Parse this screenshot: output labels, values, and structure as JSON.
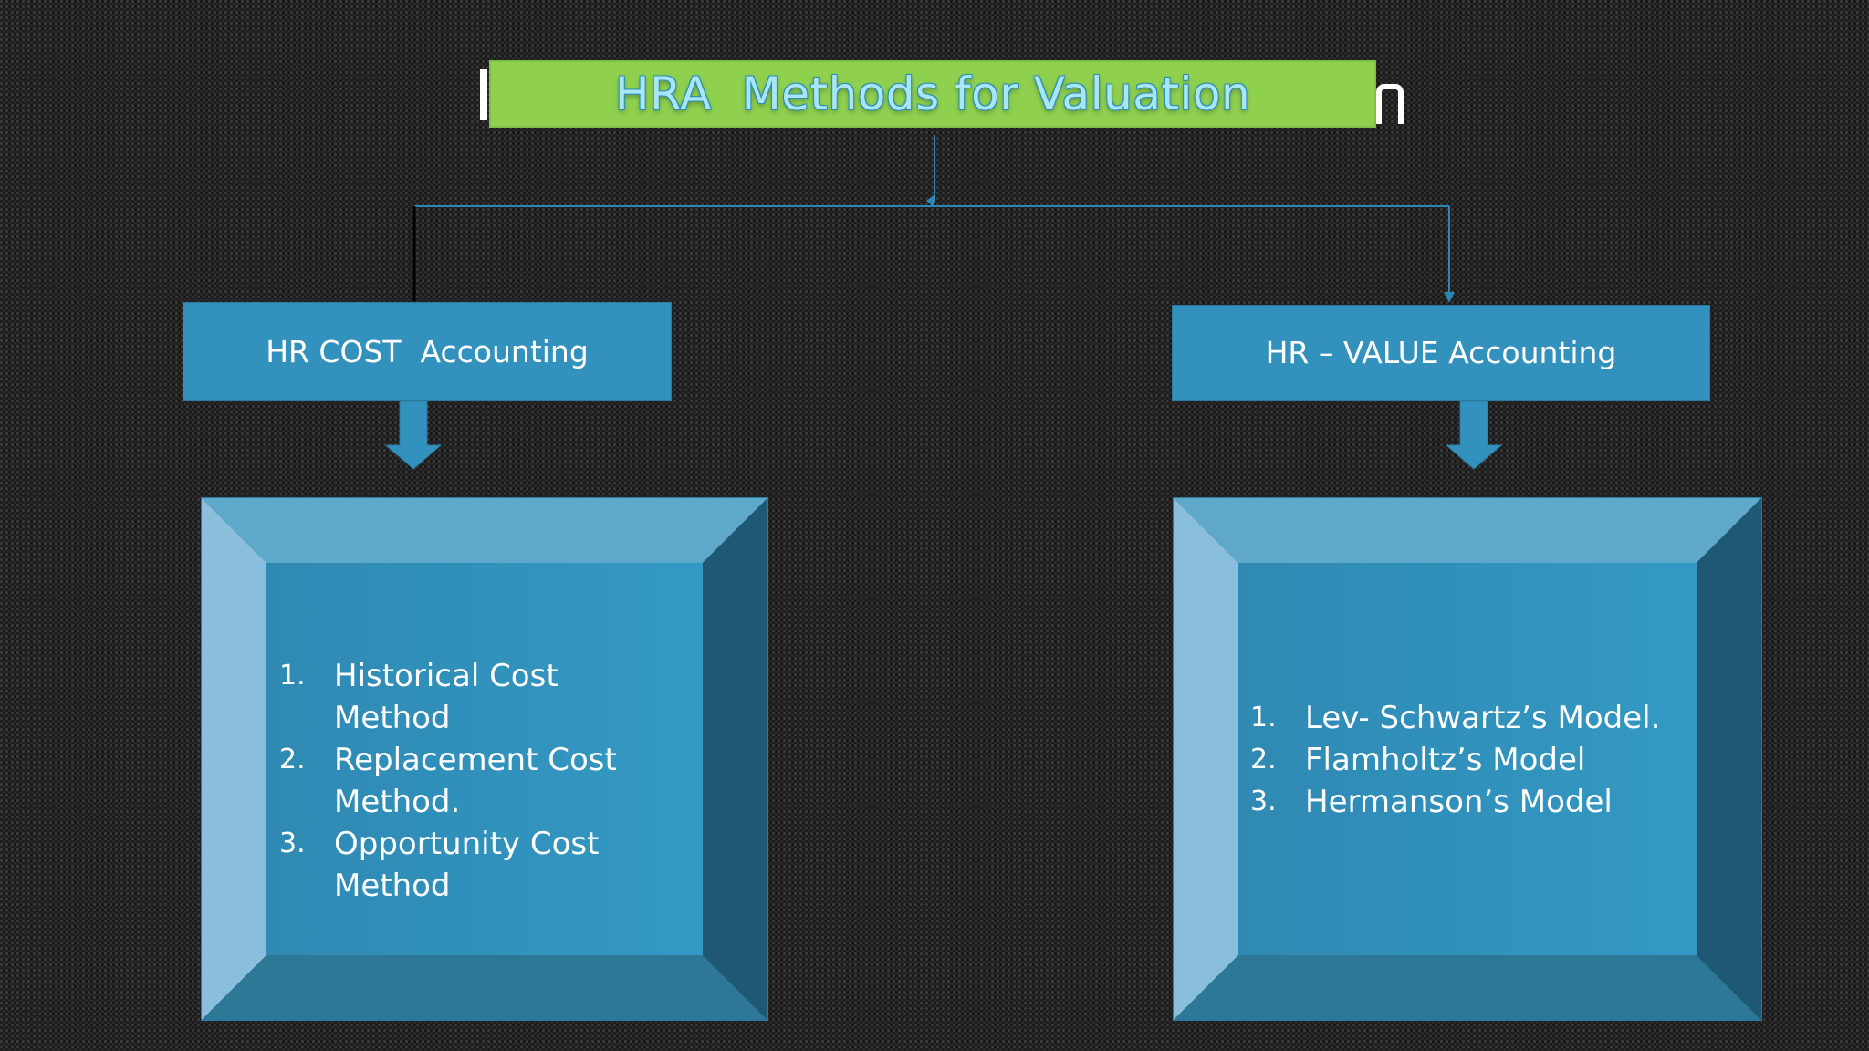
{
  "title": {
    "text": "HRA  Methods for Valuation"
  },
  "colors": {
    "title_bg": "#8fd14f",
    "title_text": "#a8e6f5",
    "box_blue": "#3391bd",
    "connector": "#2e86b4"
  },
  "branches": [
    {
      "header": "HR COST  Accounting",
      "items": [
        {
          "num": "1.",
          "text": "Historical Cost Method"
        },
        {
          "num": "2.",
          "text": "Replacement Cost Method."
        },
        {
          "num": "3.",
          "text": "Opportunity Cost Method"
        }
      ]
    },
    {
      "header": "HR – VALUE Accounting",
      "items": [
        {
          "num": "1.",
          "text": "Lev- Schwartz’s Model."
        },
        {
          "num": "2.",
          "text": "Flamholtz’s Model"
        },
        {
          "num": "3.",
          "text": "Hermanson’s Model"
        }
      ]
    }
  ]
}
